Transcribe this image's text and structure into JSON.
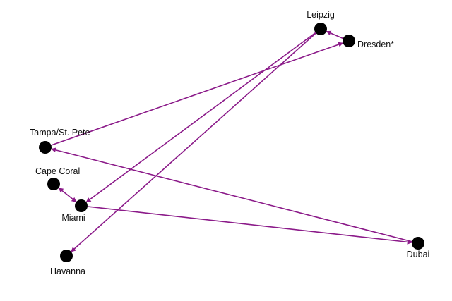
{
  "colors": {
    "edge": "#8b1a89",
    "node": "#000000",
    "background": "#ffffff"
  },
  "nodes": [
    {
      "id": "leipzig",
      "label": "Leipzig"
    },
    {
      "id": "dresden",
      "label": "Dresden*"
    },
    {
      "id": "tampa",
      "label": "Tampa/St. Pete"
    },
    {
      "id": "cape_coral",
      "label": "Cape Coral"
    },
    {
      "id": "miami",
      "label": "Miami"
    },
    {
      "id": "havanna",
      "label": "Havanna"
    },
    {
      "id": "dubai",
      "label": "Dubai"
    }
  ],
  "edges": [
    {
      "from": "dresden",
      "to": "leipzig",
      "directed": true
    },
    {
      "from": "tampa",
      "to": "dresden",
      "directed": true
    },
    {
      "from": "leipzig",
      "to": "miami",
      "directed": true
    },
    {
      "from": "leipzig",
      "to": "havanna",
      "directed": true
    },
    {
      "from": "dubai",
      "to": "tampa",
      "directed": true
    },
    {
      "from": "cape_coral",
      "to": "miami",
      "directed": false,
      "bidirectional": true
    },
    {
      "from": "miami",
      "to": "dubai",
      "directed": true
    }
  ]
}
